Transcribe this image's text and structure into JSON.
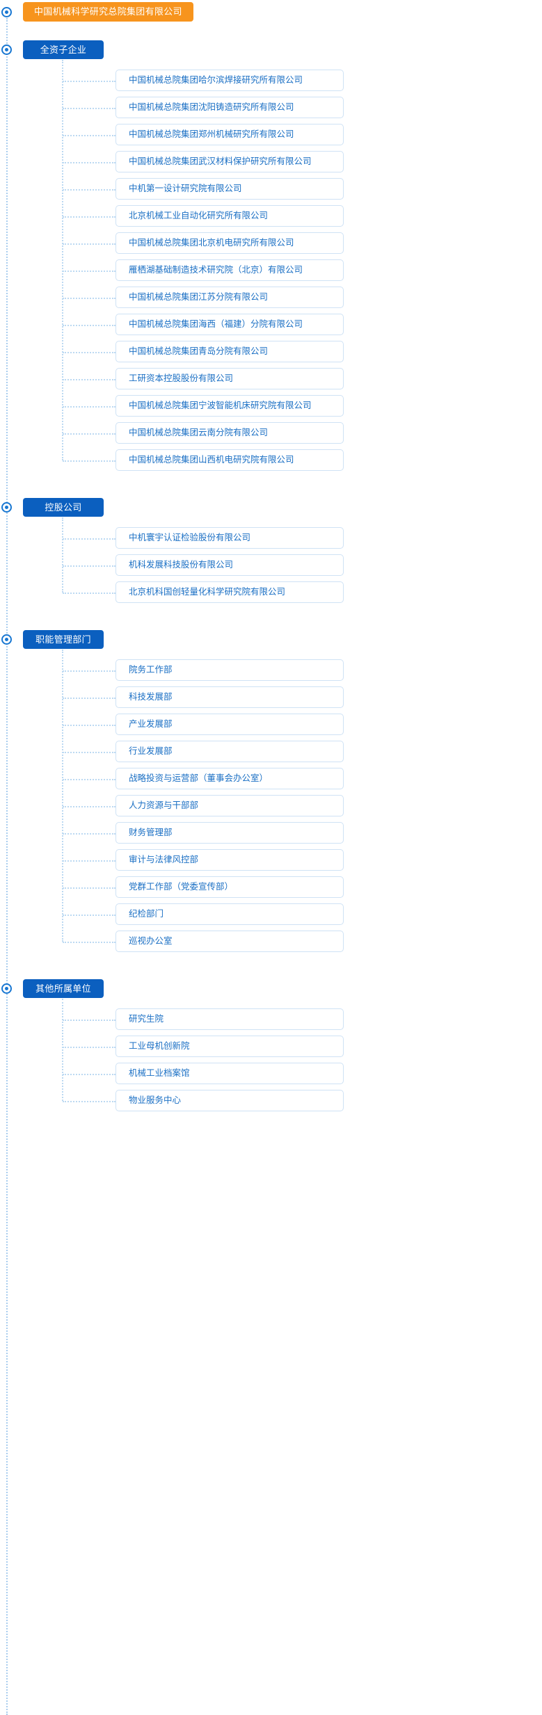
{
  "root": {
    "label": "中国机械科学研究总院集团有限公司",
    "color": "#F7941D"
  },
  "theme": {
    "header_color": "#0B5FBF",
    "item_text_color": "#1a6fc4",
    "item_border_color": "#cfe2f5",
    "connector_color": "#bcd9f2"
  },
  "sections": [
    {
      "label": "全资子企业",
      "items": [
        "中国机械总院集团哈尔滨焊接研究所有限公司",
        "中国机械总院集团沈阳铸造研究所有限公司",
        "中国机械总院集团郑州机械研究所有限公司",
        "中国机械总院集团武汉材料保护研究所有限公司",
        "中机第一设计研究院有限公司",
        "北京机械工业自动化研究所有限公司",
        "中国机械总院集团北京机电研究所有限公司",
        "雁栖湖基础制造技术研究院（北京）有限公司",
        "中国机械总院集团江苏分院有限公司",
        "中国机械总院集团海西（福建）分院有限公司",
        "中国机械总院集团青岛分院有限公司",
        "工研资本控股股份有限公司",
        "中国机械总院集团宁波智能机床研究院有限公司",
        "中国机械总院集团云南分院有限公司",
        "中国机械总院集团山西机电研究院有限公司"
      ]
    },
    {
      "label": "控股公司",
      "items": [
        "中机寰宇认证检验股份有限公司",
        "机科发展科技股份有限公司",
        "北京机科国创轻量化科学研究院有限公司"
      ]
    },
    {
      "label": "职能管理部门",
      "items": [
        "院务工作部",
        "科技发展部",
        "产业发展部",
        "行业发展部",
        "战略投资与运营部（董事会办公室）",
        "人力资源与干部部",
        "财务管理部",
        "审计与法律风控部",
        "党群工作部（党委宣传部）",
        "纪检部门",
        "巡视办公室"
      ]
    },
    {
      "label": "其他所属单位",
      "items": [
        "研究生院",
        "工业母机创新院",
        "机械工业档案馆",
        "物业服务中心"
      ]
    }
  ]
}
